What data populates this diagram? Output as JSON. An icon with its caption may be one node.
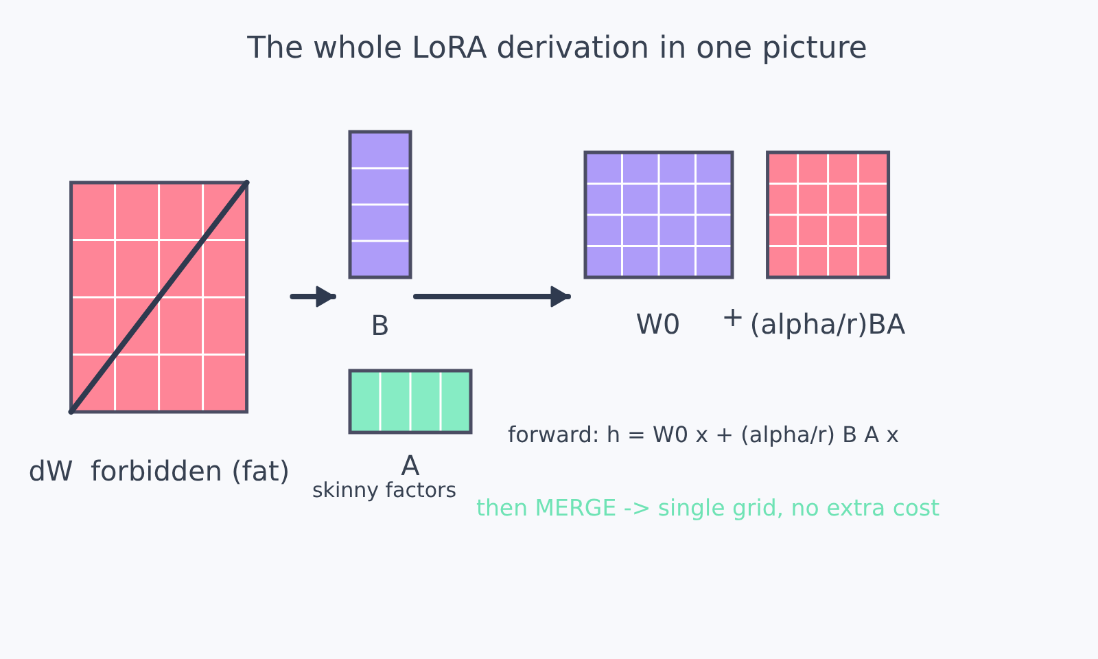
{
  "diagram": {
    "title": "The whole LoRA derivation in one picture",
    "nodes": [
      {
        "text": [
          "dW  forbidden (fat)"
        ]
      },
      {
        "text": [
          "B"
        ]
      },
      {
        "text": [
          "A"
        ],
        "beside": [
          "skinny factors"
        ]
      },
      {
        "text": [
          "W0"
        ]
      },
      {
        "text": [
          "(alpha/r)BA"
        ]
      }
    ],
    "edges": [
      {
        "from": 0,
        "to": 1,
        "arrow": "to"
      },
      {
        "from": 1,
        "to": 3,
        "arrow": "to"
      }
    ],
    "labels": [
      "+",
      "forward: h = W0 x + (alpha/r) B A x",
      "then MERGE -> single grid, no extra cost"
    ]
  }
}
